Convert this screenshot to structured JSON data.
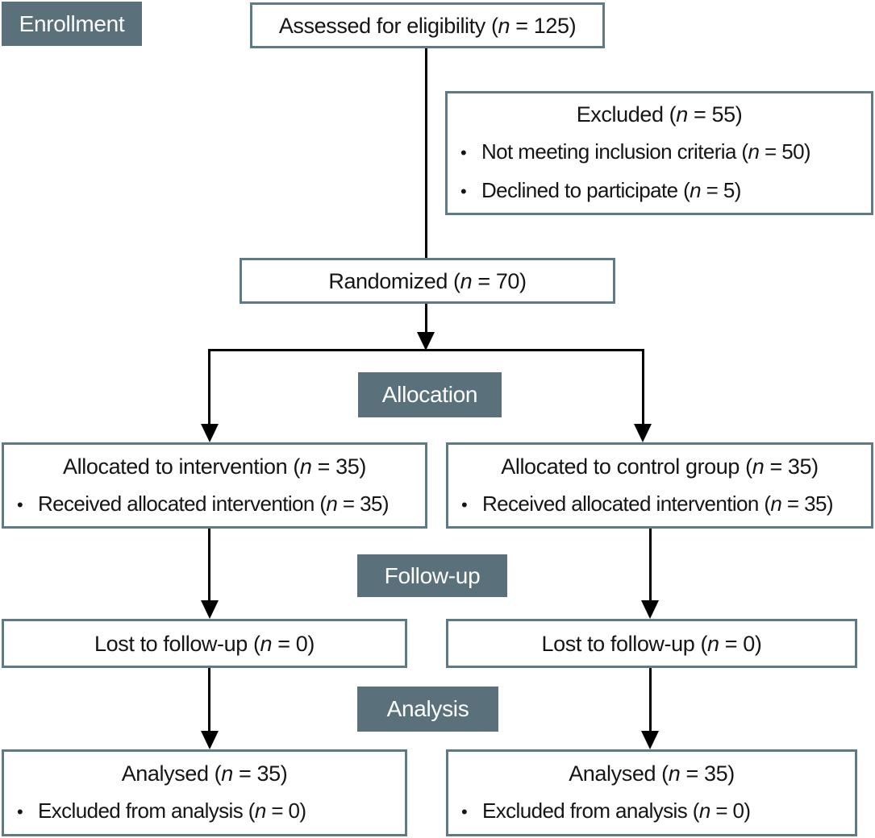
{
  "glyphs": {
    "bullet": "•"
  },
  "colors": {
    "stage_bg": "#5a717b",
    "stage_text": "#ffffff",
    "box_border": "#5e7a84",
    "box_bg": "#ffffff",
    "text": "#151515",
    "arrow": "#000000"
  },
  "stages": {
    "enrollment": "Enrollment",
    "allocation": "Allocation",
    "followup": "Follow-up",
    "analysis": "Analysis"
  },
  "boxes": {
    "assessed": {
      "title": "Assessed for eligibility (n = 125)"
    },
    "excluded": {
      "title": "Excluded (n = 55)",
      "bullets": [
        "Not meeting inclusion criteria (n = 50)",
        "Declined to participate (n = 5)"
      ]
    },
    "randomized": {
      "title": "Randomized (n = 70)"
    },
    "allocated_intervention": {
      "title": "Allocated to intervention (n = 35)",
      "bullets": [
        "Received allocated intervention (n = 35)"
      ]
    },
    "allocated_control": {
      "title": "Allocated to control group (n = 35)",
      "bullets": [
        "Received allocated intervention (n = 35)"
      ]
    },
    "lost_intervention": {
      "title": "Lost to follow-up (n = 0)"
    },
    "lost_control": {
      "title": "Lost to follow-up (n = 0)"
    },
    "analysed_intervention": {
      "title": "Analysed (n = 35)",
      "bullets": [
        "Excluded from analysis (n = 0)"
      ]
    },
    "analysed_control": {
      "title": "Analysed (n = 35)",
      "bullets": [
        "Excluded from analysis (n = 0)"
      ]
    }
  }
}
